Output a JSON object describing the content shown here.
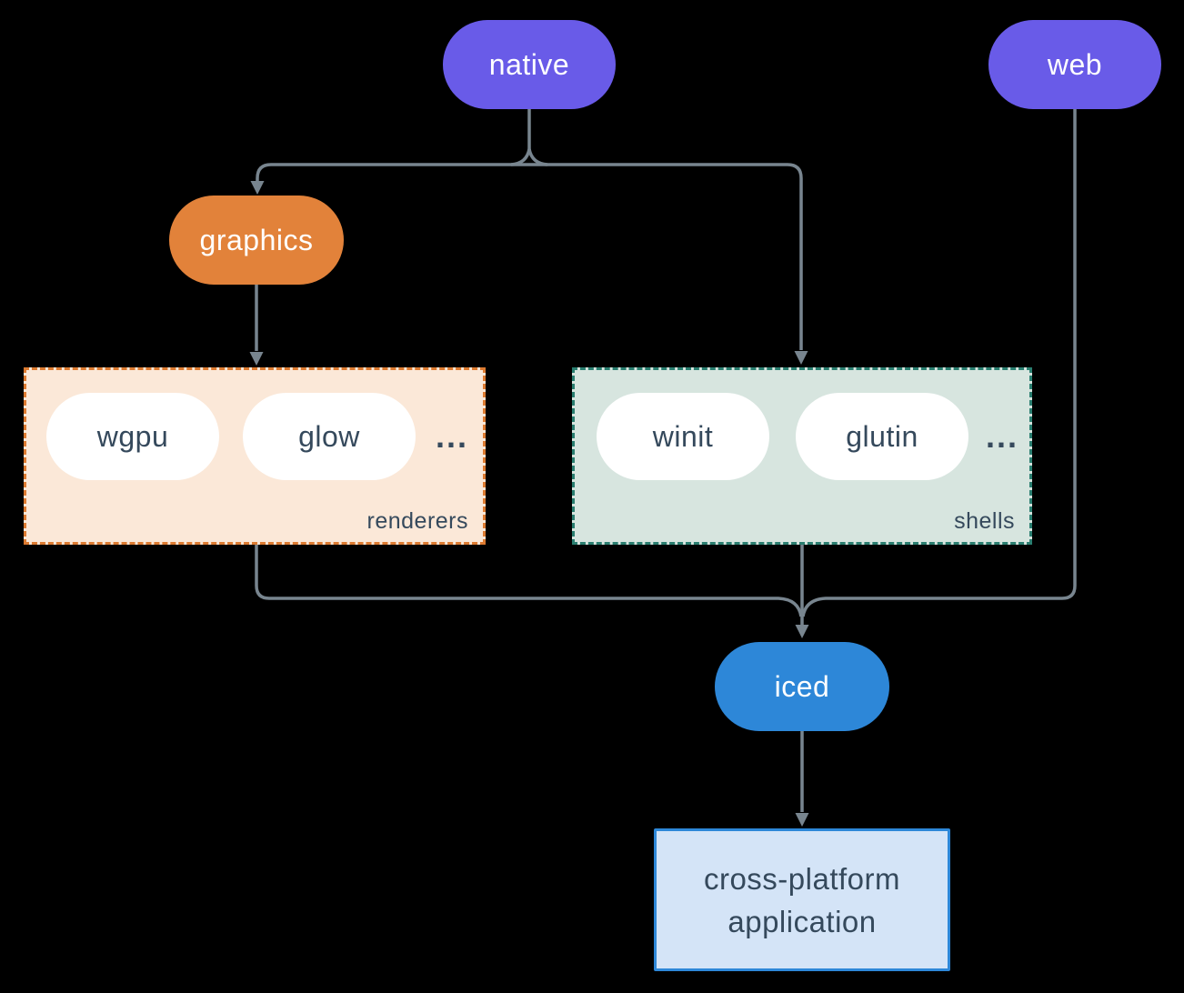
{
  "colors": {
    "background": "#000000",
    "edge_line": "#78858f",
    "node_purple": "#695be8",
    "node_orange": "#e2823a",
    "node_blue": "#2d87d8",
    "dark_text": "#35495c",
    "renderers_bg": "#fbe8d8",
    "renderers_border": "#dd7b31",
    "shells_bg": "#d7e5df",
    "shells_border": "#2a7e70",
    "app_bg": "#d4e4f7",
    "app_border": "#2d87d8"
  },
  "nodes": {
    "native": {
      "label": "native"
    },
    "web": {
      "label": "web"
    },
    "graphics": {
      "label": "graphics"
    },
    "iced": {
      "label": "iced"
    },
    "app": {
      "line1": "cross-platform",
      "line2": "application"
    }
  },
  "groups": {
    "renderers": {
      "label": "renderers",
      "items": [
        {
          "label": "wgpu"
        },
        {
          "label": "glow"
        }
      ],
      "more": "..."
    },
    "shells": {
      "label": "shells",
      "items": [
        {
          "label": "winit"
        },
        {
          "label": "glutin"
        }
      ],
      "more": "..."
    }
  },
  "edges": [
    {
      "from": "native",
      "to": "graphics"
    },
    {
      "from": "native",
      "to": "shells"
    },
    {
      "from": "graphics",
      "to": "renderers"
    },
    {
      "from": "renderers",
      "to": "iced"
    },
    {
      "from": "shells",
      "to": "iced"
    },
    {
      "from": "web",
      "to": "iced"
    },
    {
      "from": "iced",
      "to": "app"
    }
  ]
}
